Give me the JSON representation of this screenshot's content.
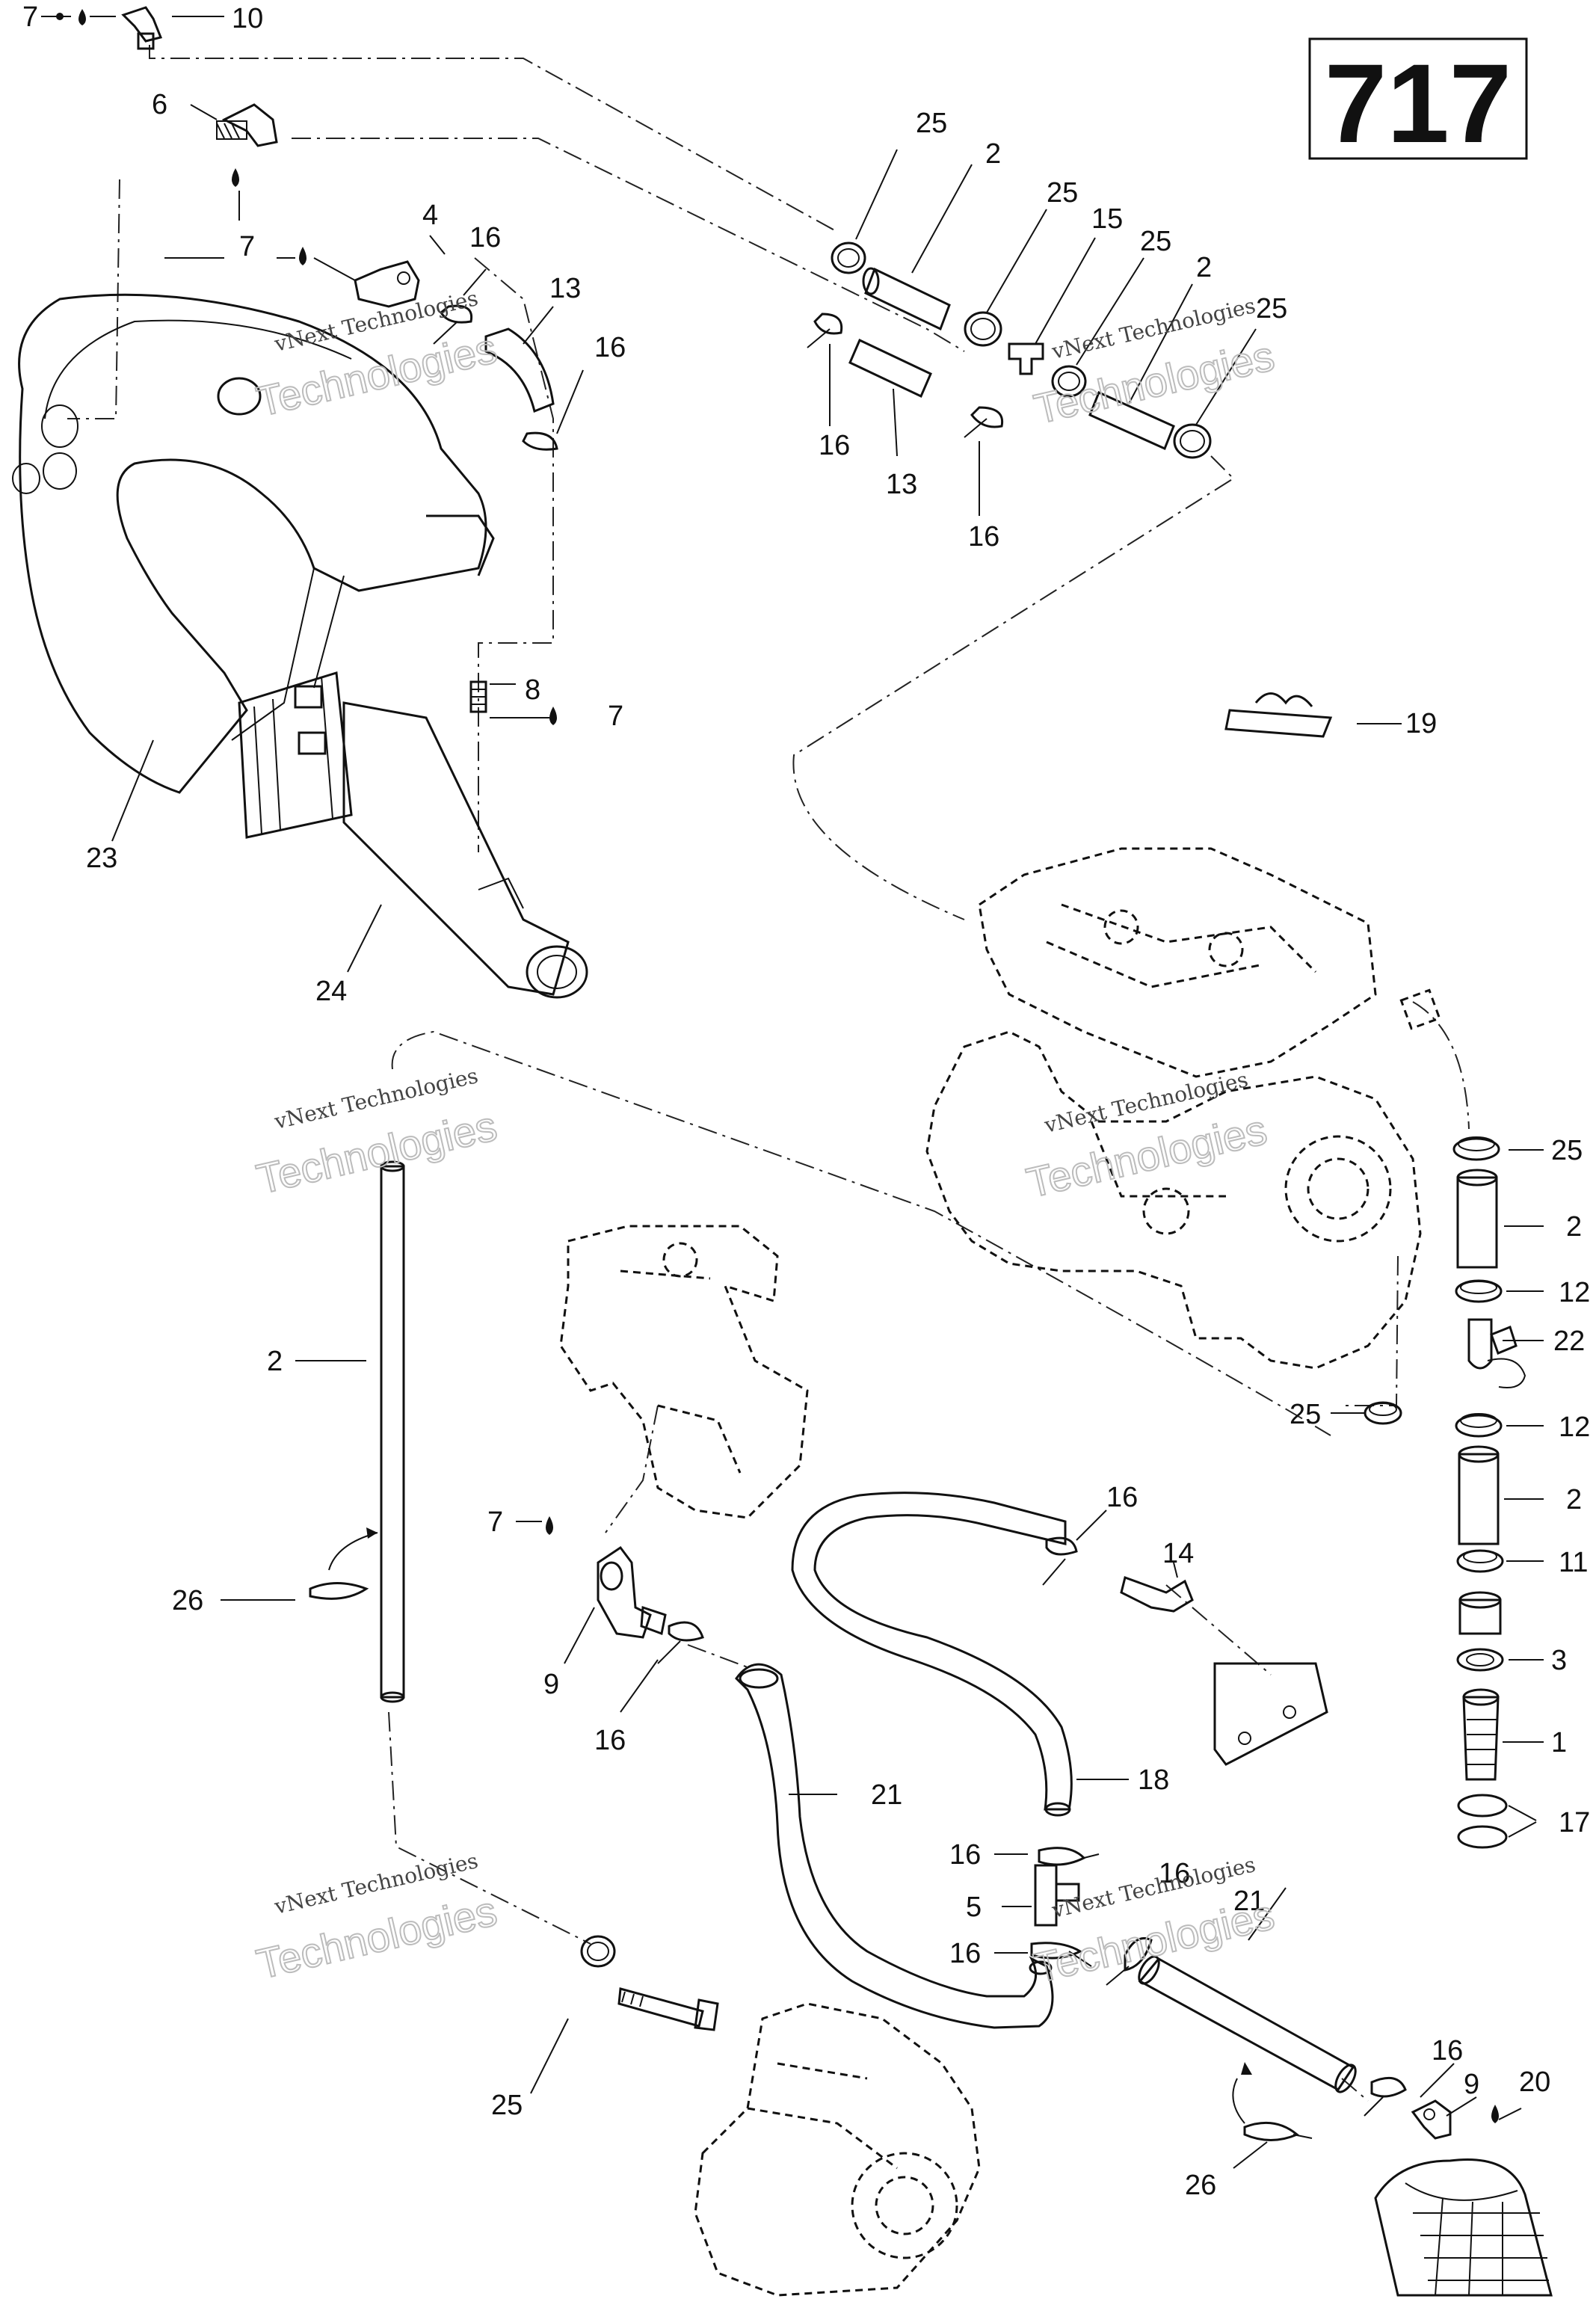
{
  "page": {
    "diagram_number": "717",
    "watermark_line1": "vNext Technologies",
    "watermark_line2": "Technologies"
  },
  "callouts": [
    {
      "id": "c7a",
      "text": "7"
    },
    {
      "id": "c10",
      "text": "10"
    },
    {
      "id": "c6",
      "text": "6"
    },
    {
      "id": "c7b",
      "text": "7"
    },
    {
      "id": "c4",
      "text": "4"
    },
    {
      "id": "c16a",
      "text": "16"
    },
    {
      "id": "c13a",
      "text": "13"
    },
    {
      "id": "c16b",
      "text": "16"
    },
    {
      "id": "c25a",
      "text": "25"
    },
    {
      "id": "c2a",
      "text": "2"
    },
    {
      "id": "c25b",
      "text": "25"
    },
    {
      "id": "c15",
      "text": "15"
    },
    {
      "id": "c25c",
      "text": "25"
    },
    {
      "id": "c2b",
      "text": "2"
    },
    {
      "id": "c25d",
      "text": "25"
    },
    {
      "id": "c16c",
      "text": "16"
    },
    {
      "id": "c13b",
      "text": "13"
    },
    {
      "id": "c16d",
      "text": "16"
    },
    {
      "id": "c8",
      "text": "8"
    },
    {
      "id": "c7c",
      "text": "7"
    },
    {
      "id": "c19",
      "text": "19"
    },
    {
      "id": "c23",
      "text": "23"
    },
    {
      "id": "c24",
      "text": "24"
    },
    {
      "id": "c25e",
      "text": "25"
    },
    {
      "id": "c2c",
      "text": "2"
    },
    {
      "id": "c12a",
      "text": "12"
    },
    {
      "id": "c22",
      "text": "22"
    },
    {
      "id": "c25f",
      "text": "25"
    },
    {
      "id": "c12b",
      "text": "12"
    },
    {
      "id": "c2d",
      "text": "2"
    },
    {
      "id": "c11",
      "text": "11"
    },
    {
      "id": "c3",
      "text": "3"
    },
    {
      "id": "c1",
      "text": "1"
    },
    {
      "id": "c17",
      "text": "17"
    },
    {
      "id": "c2e",
      "text": "2"
    },
    {
      "id": "c26a",
      "text": "26"
    },
    {
      "id": "c7d",
      "text": "7"
    },
    {
      "id": "c9a",
      "text": "9"
    },
    {
      "id": "c16e",
      "text": "16"
    },
    {
      "id": "c16f",
      "text": "16"
    },
    {
      "id": "c14",
      "text": "14"
    },
    {
      "id": "c21a",
      "text": "21"
    },
    {
      "id": "c18",
      "text": "18"
    },
    {
      "id": "c16g",
      "text": "16"
    },
    {
      "id": "c16h",
      "text": "16"
    },
    {
      "id": "c5",
      "text": "5"
    },
    {
      "id": "c16i",
      "text": "16"
    },
    {
      "id": "c21b",
      "text": "21"
    },
    {
      "id": "c25g",
      "text": "25"
    },
    {
      "id": "c16j",
      "text": "16"
    },
    {
      "id": "c9b",
      "text": "9"
    },
    {
      "id": "c20",
      "text": "20"
    },
    {
      "id": "c26b",
      "text": "26"
    }
  ]
}
